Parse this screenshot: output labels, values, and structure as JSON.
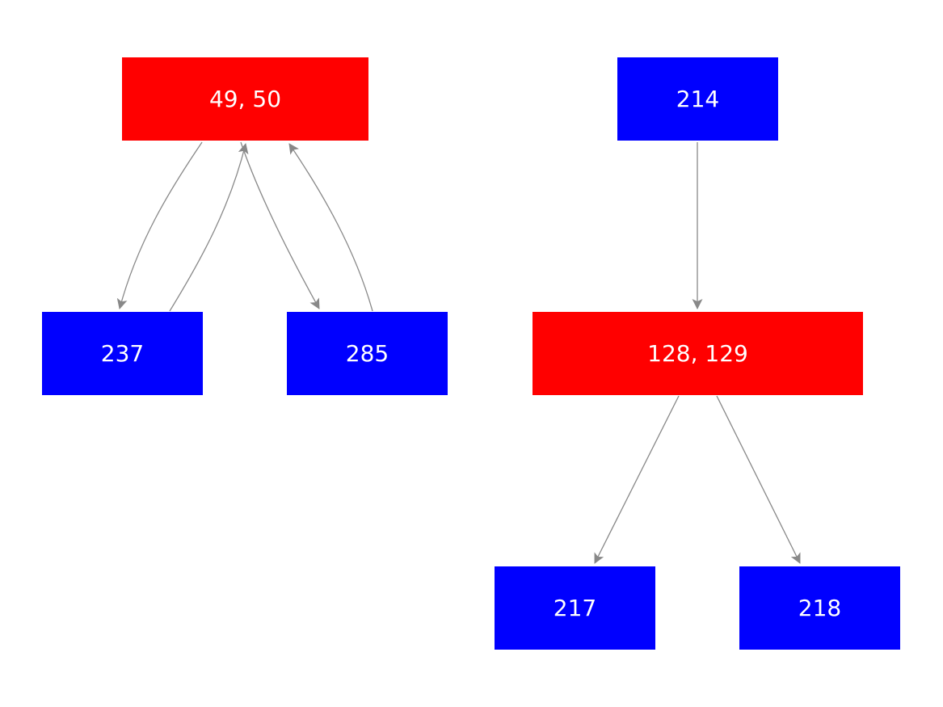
{
  "colors": {
    "cluster_node": "#ff0000",
    "single_node": "#0000ff",
    "edge": "#888888",
    "label": "#ffffff",
    "background": "#ffffff"
  },
  "nodes": {
    "n49_50": {
      "label": "49, 50",
      "kind": "cluster"
    },
    "n237": {
      "label": "237",
      "kind": "single"
    },
    "n285": {
      "label": "285",
      "kind": "single"
    },
    "n214": {
      "label": "214",
      "kind": "single"
    },
    "n128_129": {
      "label": "128, 129",
      "kind": "cluster"
    },
    "n217": {
      "label": "217",
      "kind": "single"
    },
    "n218": {
      "label": "218",
      "kind": "single"
    }
  },
  "edges": [
    {
      "from": "n49_50",
      "to": "n237"
    },
    {
      "from": "n237",
      "to": "n49_50"
    },
    {
      "from": "n49_50",
      "to": "n285"
    },
    {
      "from": "n285",
      "to": "n49_50"
    },
    {
      "from": "n214",
      "to": "n128_129"
    },
    {
      "from": "n128_129",
      "to": "n217"
    },
    {
      "from": "n128_129",
      "to": "n218"
    }
  ]
}
